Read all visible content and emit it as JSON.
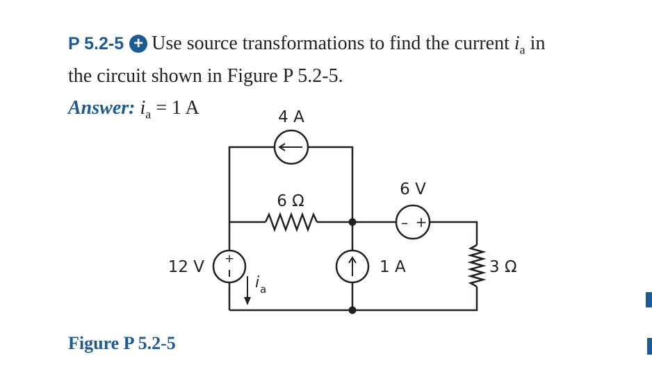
{
  "problem": {
    "number": "P 5.2-5",
    "statement_line1": "Use source transformations to find the current",
    "current_symbol": "i",
    "current_sub": "a",
    "statement_end1": "in",
    "statement_line2": "the circuit shown in Figure P 5.2-5."
  },
  "answer": {
    "label": "Answer:",
    "lhs_symbol": "i",
    "lhs_sub": "a",
    "rhs": "= 1 A"
  },
  "figure": {
    "caption": "Figure P 5.2-5",
    "labels": {
      "current_source_4A": "4 A",
      "resistor_6": "6 Ω",
      "voltage_source_6V": "6 V",
      "voltage_source_12V": "12 V",
      "current_source_1A": "1 A",
      "resistor_3": "3 Ω",
      "ia_symbol": "i",
      "ia_sub": "a",
      "plus_sign": "+",
      "minus_sign": "–"
    }
  },
  "colors": {
    "accent": "#1a5a96",
    "text": "#231f20"
  }
}
